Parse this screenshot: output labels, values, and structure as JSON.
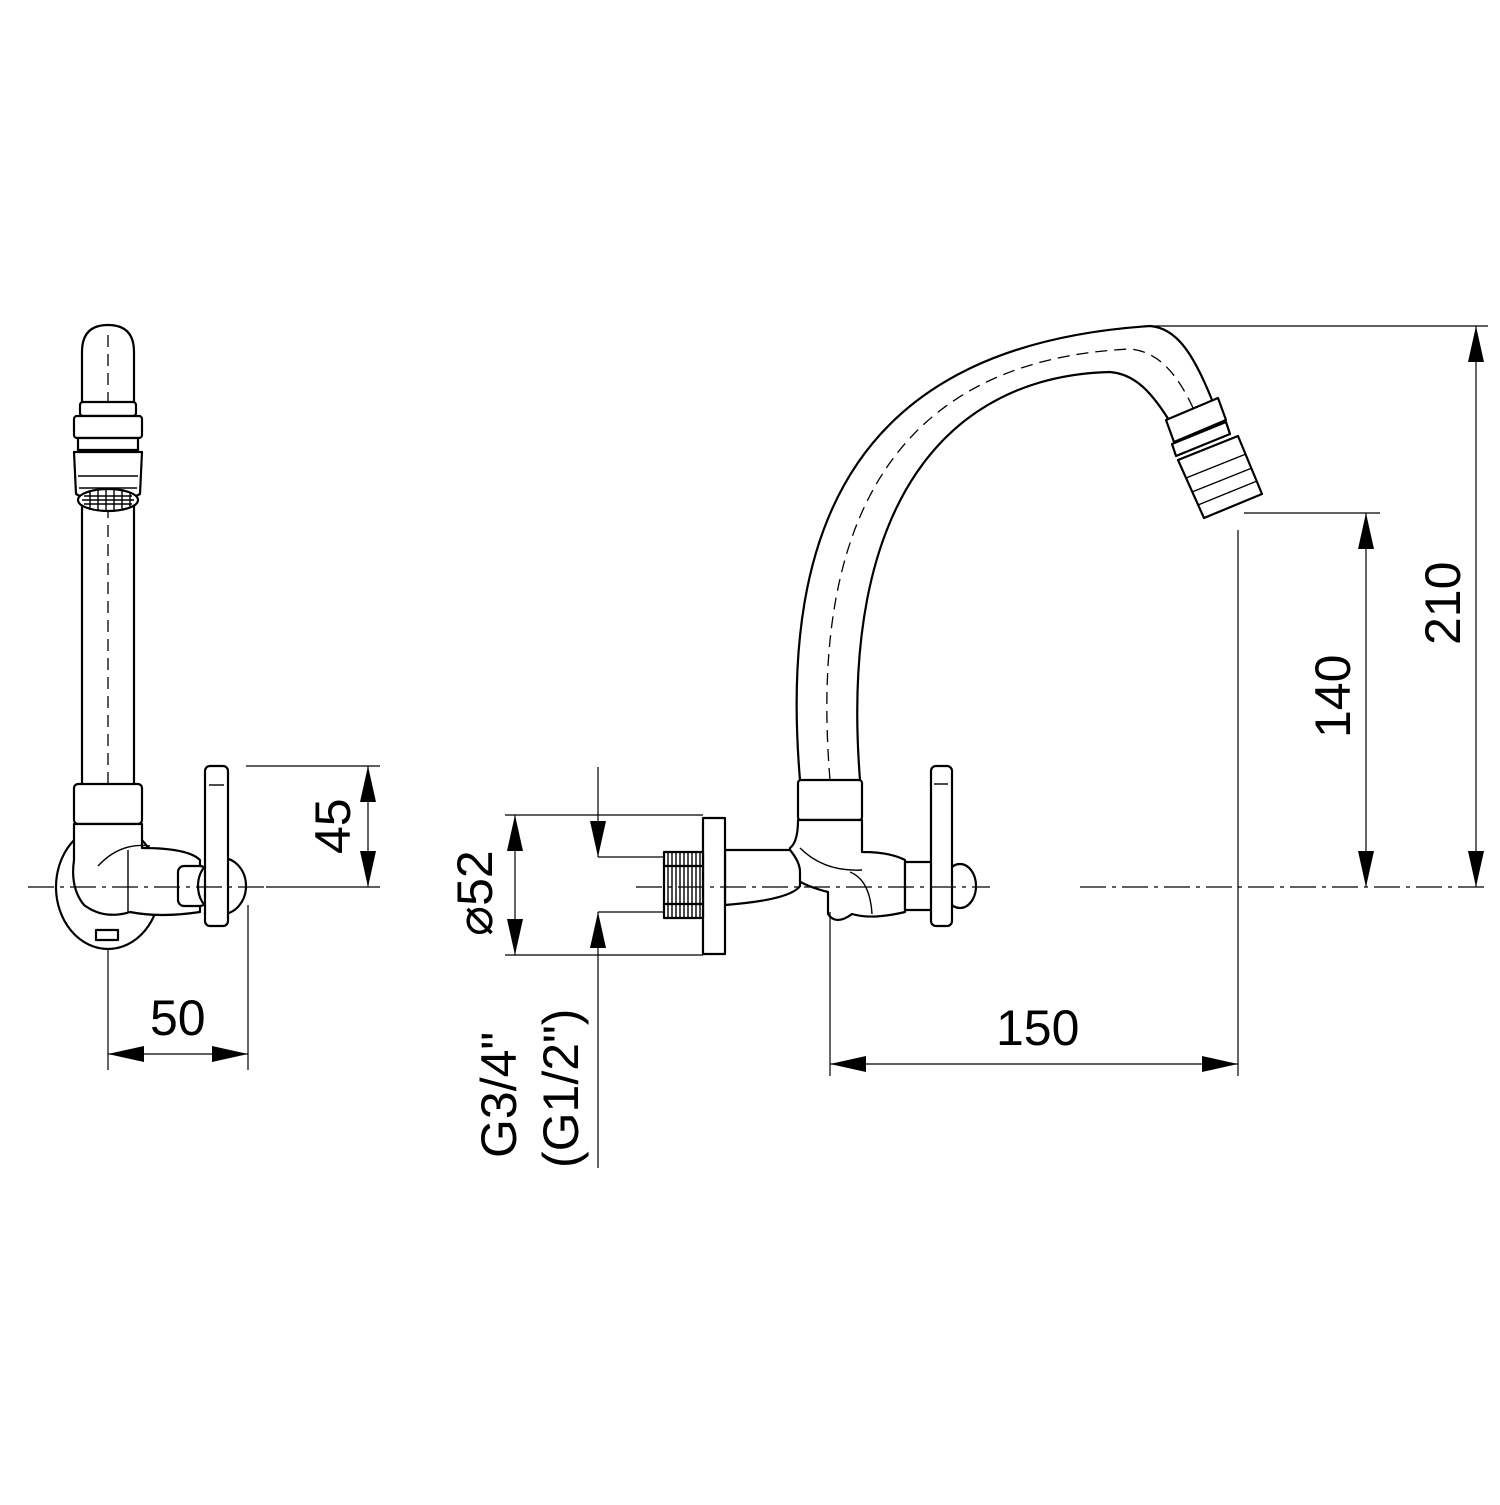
{
  "drawing": {
    "dimensions": {
      "width_side": "50",
      "handle_offset": "45",
      "flange_diameter": "⌀52",
      "thread_primary": "G3/4\"",
      "thread_secondary": "(G1/2\")",
      "spout_reach": "150",
      "spout_outlet_height": "140",
      "total_height": "210"
    }
  }
}
